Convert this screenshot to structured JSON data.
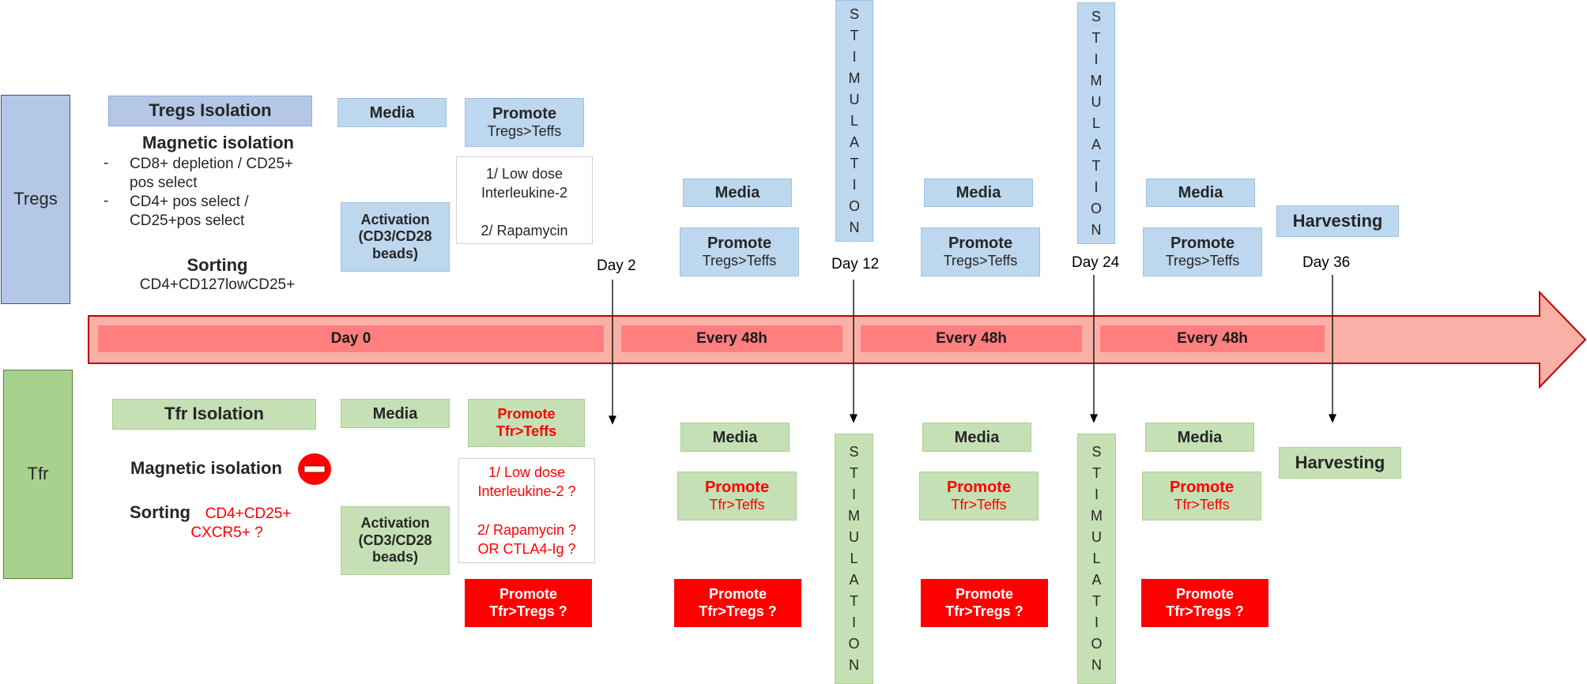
{
  "rows": {
    "tregs_label": "Tregs",
    "tfr_label": "Tfr"
  },
  "tregs": {
    "isolation_title": "Tregs Isolation",
    "magnetic_title": "Magnetic isolation",
    "bullet_dash_1": "-",
    "bullet_1_line1": "CD8+ depletion / CD25+",
    "bullet_1_line2": "pos select",
    "bullet_dash_2": "-",
    "bullet_2_line1": "CD4+ pos select /",
    "bullet_2_line2": "CD25+pos select",
    "sorting_title": "Sorting",
    "sorting_markers": "CD4+CD127lowCD25+",
    "media_label": "Media",
    "activation_line1": "Activation",
    "activation_line2": "(CD3/CD28",
    "activation_line3": "beads)",
    "promote_title": "Promote",
    "promote_sub": "Tregs>Teffs",
    "drug_line1": "1/ Low dose",
    "drug_line2": "Interleukine-2",
    "drug_line3": "2/ Rapamycin",
    "harvesting_label": "Harvesting"
  },
  "tfr": {
    "isolation_title": "Tfr Isolation",
    "magnetic_title": "Magnetic isolation",
    "sorting_title": "Sorting",
    "sorting_line1": "CD4+CD25+",
    "sorting_line2": "CXCR5+ ?",
    "media_label": "Media",
    "activation_line1": "Activation",
    "activation_line2": "(CD3/CD28",
    "activation_line3": "beads)",
    "promote_title": "Promote",
    "promote_sub": "Tfr>Teffs",
    "drug_line1": "1/ Low dose",
    "drug_line2": "Interleukine-2 ?",
    "drug_line3": "2/ Rapamycin ?",
    "drug_line4": "OR CTLA4-Ig ?",
    "promote_tregs_title": "Promote",
    "promote_tregs_sub": "Tfr>Tregs ?",
    "harvesting_label": "Harvesting"
  },
  "stimulation_letters": [
    "S",
    "T",
    "I",
    "M",
    "U",
    "L",
    "A",
    "T",
    "I",
    "O",
    "N"
  ],
  "timeline": {
    "seg_day0": "Day 0",
    "seg_every1": "Every 48h",
    "seg_every2": "Every 48h",
    "seg_every3": "Every 48h",
    "day2": "Day 2",
    "day12": "Day 12",
    "day24": "Day 24",
    "day36": "Day 36"
  },
  "colors": {
    "tregs_blue": "#bdd7ee",
    "tfr_green": "#c5e0b4",
    "arrow_fill": "#f8b0a7",
    "segment_red": "#ff7f7f",
    "question_red": "#ff0000"
  },
  "icons": {
    "no_entry": "no-entry-icon"
  }
}
